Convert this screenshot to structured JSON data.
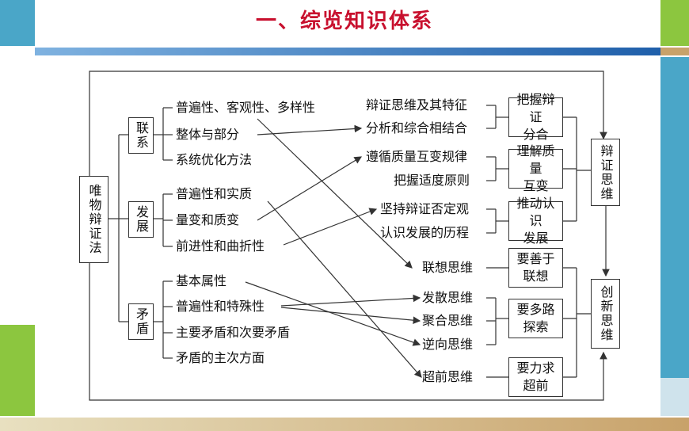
{
  "title": "一、综览知识体系",
  "root": "唯物辩证法",
  "categories": {
    "link": "联系",
    "develop": "发展",
    "contradiction": "矛盾"
  },
  "left_items": {
    "link": [
      "普遍性、客观性、多样性",
      "整体与部分",
      "系统优化方法"
    ],
    "develop": [
      "普遍性和实质",
      "量变和质变",
      "前进性和曲折性"
    ],
    "contradiction": [
      "基本属性",
      "普遍性和特殊性",
      "主要矛盾和次要矛盾",
      "矛盾的主次方面"
    ]
  },
  "right_items": {
    "r1": "辩证思维及其特征",
    "r2": "分析和综合相结合",
    "r3": "遵循质量互变规律",
    "r4": "把握适度原则",
    "r5": "坚持辩证否定观",
    "r6": "认识发展的历程",
    "r7": "联想思维",
    "r8": "发散思维",
    "r9": "聚合思维",
    "r10": "逆向思维",
    "r11": "超前思维"
  },
  "method_boxes": {
    "m1": "把握辩证分合",
    "m2": "理解质量互变",
    "m3": "推动认识发展",
    "m4": "要善于联想",
    "m5": "要多路探索",
    "m6": "要力求超前"
  },
  "final_boxes": {
    "dialectical": "辩证思维",
    "innovative": "创新思维"
  },
  "colors": {
    "title": "#c8102e",
    "stripe_blue": "#1f5faa",
    "side_teal": "#4aa6c8",
    "side_green": "#8cc63f",
    "line": "#333333"
  }
}
